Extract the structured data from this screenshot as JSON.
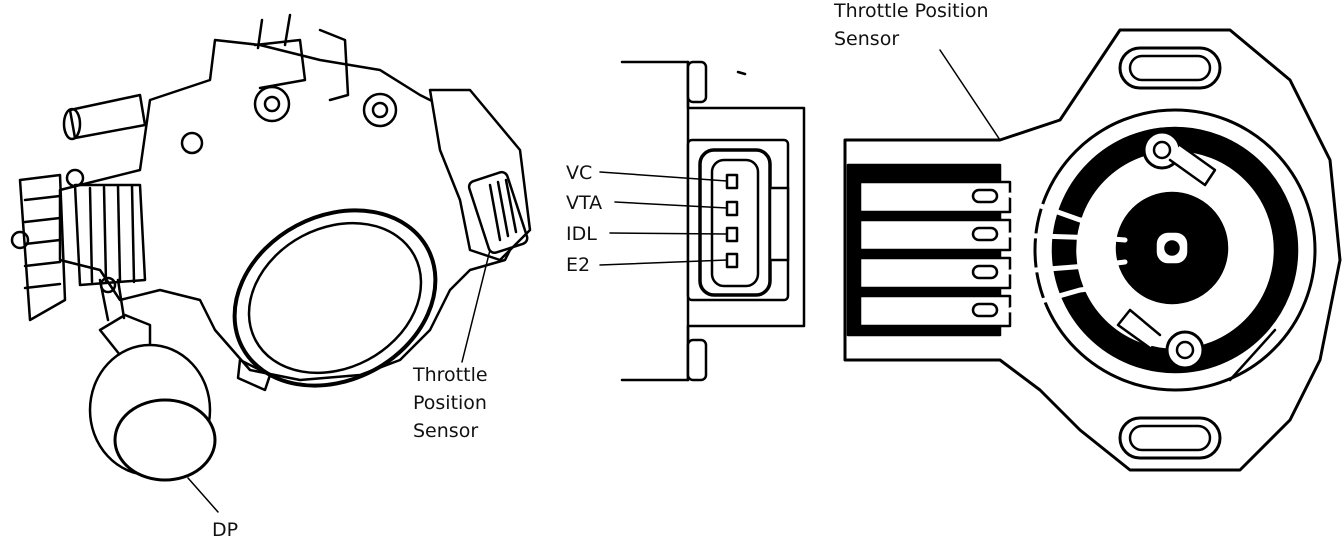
{
  "left_labels": {
    "tps": [
      "Throttle",
      "Position",
      "Sensor"
    ],
    "dp": "DP"
  },
  "connector_pins": [
    "VC",
    "VTA",
    "IDL",
    "E2"
  ],
  "right_label": [
    "Throttle Position",
    "Sensor"
  ]
}
